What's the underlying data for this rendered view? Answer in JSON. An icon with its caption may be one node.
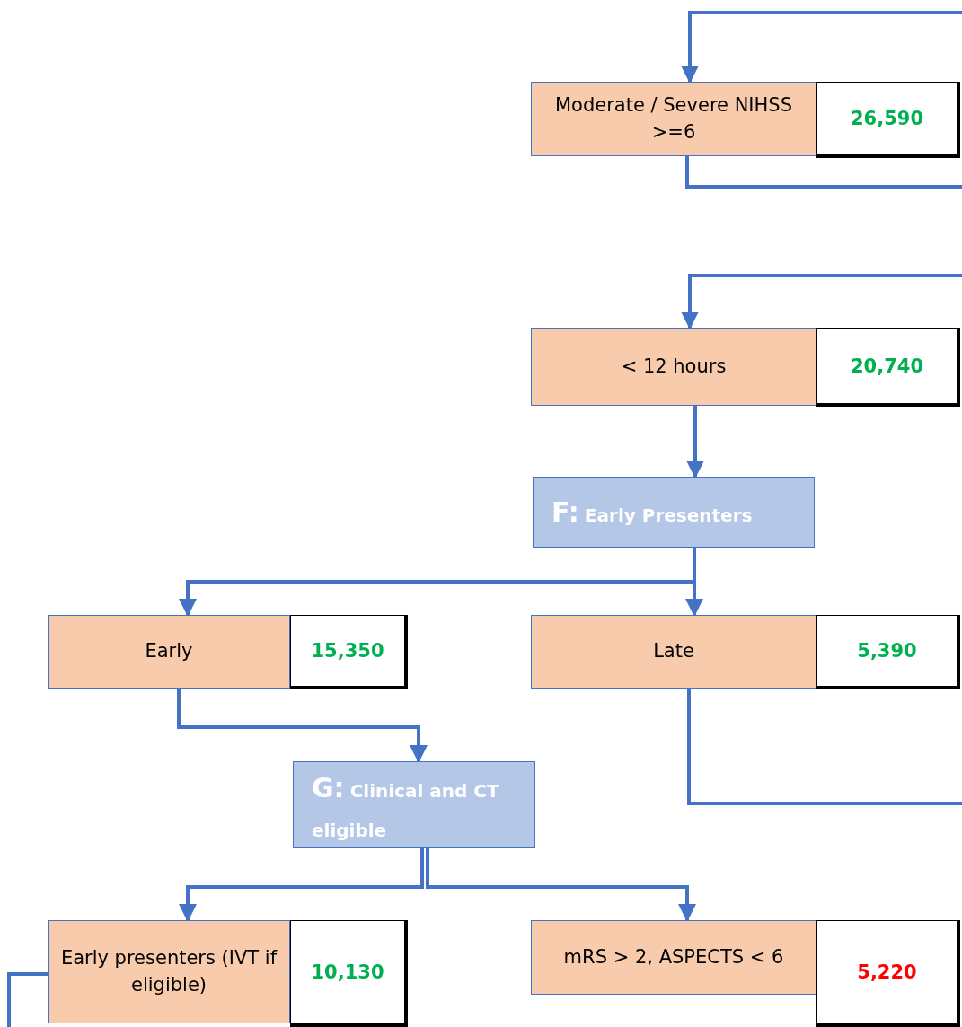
{
  "diagram": {
    "nodes": [
      {
        "text": [
          "Moderate / Severe NIHSS >=6"
        ]
      },
      {
        "text": [
          "26,590"
        ]
      },
      {
        "text": [
          "< 12 hours"
        ]
      },
      {
        "text": [
          "20,740"
        ]
      },
      {
        "text": [
          "F:",
          "Early Presenters"
        ]
      },
      {
        "text": [
          "Early"
        ]
      },
      {
        "text": [
          "15,350"
        ]
      },
      {
        "text": [
          "Late"
        ]
      },
      {
        "text": [
          "5,390"
        ]
      },
      {
        "text": [
          "G:",
          "Clinical and CT eligible"
        ]
      },
      {
        "text": [
          "Early presenters (IVT if eligible)"
        ]
      },
      {
        "text": [
          "10,130"
        ]
      },
      {
        "text": [
          "mRS > 2, ASPECTS < 6"
        ]
      },
      {
        "text": [
          "5,220"
        ]
      }
    ],
    "edges": [
      {
        "from": null,
        "to": 0,
        "arrow": "to"
      },
      {
        "from": 0,
        "to": null,
        "arrow": "none"
      },
      {
        "from": null,
        "to": 2,
        "arrow": "to"
      },
      {
        "from": 2,
        "to": 4,
        "arrow": "to"
      },
      {
        "from": 4,
        "to": 5,
        "arrow": "to"
      },
      {
        "from": 4,
        "to": 7,
        "arrow": "to"
      },
      {
        "from": 5,
        "to": 9,
        "arrow": "to"
      },
      {
        "from": 7,
        "to": null,
        "arrow": "none"
      },
      {
        "from": 9,
        "to": 10,
        "arrow": "to"
      },
      {
        "from": 9,
        "to": 12,
        "arrow": "to"
      },
      {
        "from": 10,
        "to": null,
        "arrow": "none"
      }
    ]
  }
}
